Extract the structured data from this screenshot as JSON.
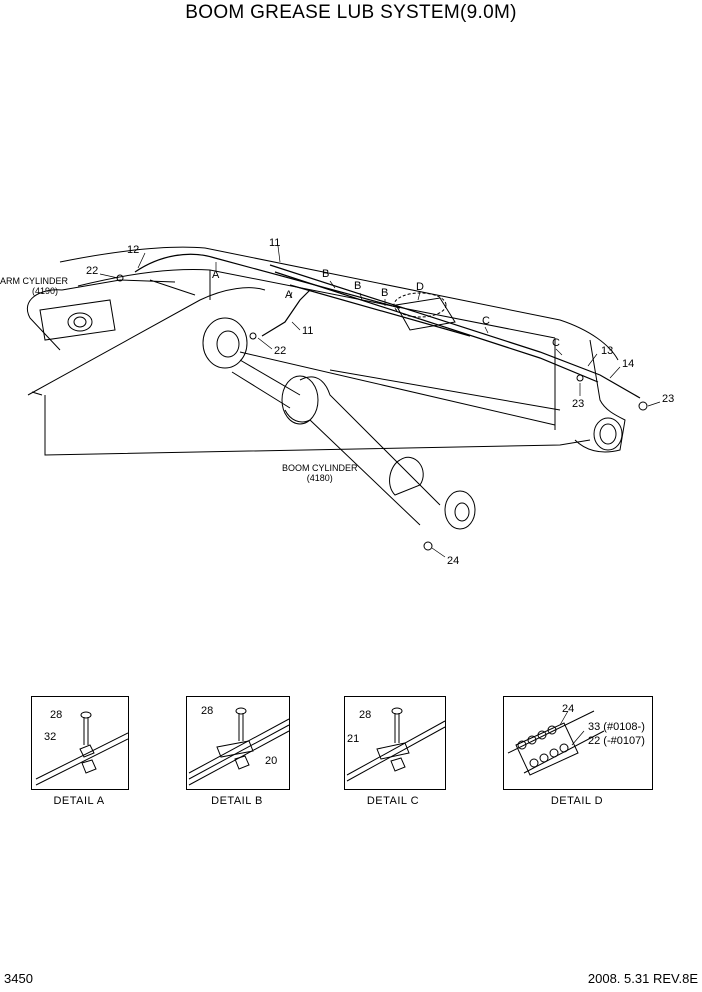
{
  "title": "BOOM GREASE LUB SYSTEM(9.0M)",
  "callouts": {
    "arm_cylinder": "ARM CYLINDER",
    "arm_cylinder_no": "(4190)",
    "boom_cylinder": "BOOM CYLINDER",
    "boom_cylinder_no": "(4180)",
    "p12": "12",
    "p11a": "11",
    "p11b": "11",
    "p22a": "22",
    "p22b": "22",
    "a1": "A",
    "a2": "A",
    "b1": "B",
    "b2": "B",
    "b3": "B",
    "d": "D",
    "c1": "C",
    "c2": "C",
    "p13": "13",
    "p14": "14",
    "p23a": "23",
    "p23b": "23",
    "p24": "24"
  },
  "details": [
    {
      "caption": "DETAIL  A",
      "parts": [
        "28",
        "32"
      ]
    },
    {
      "caption": "DETAIL  B",
      "parts": [
        "28",
        "20"
      ]
    },
    {
      "caption": "DETAIL  C",
      "parts": [
        "28",
        "21"
      ]
    },
    {
      "caption": "DETAIL  D",
      "parts": [
        "24",
        "33 (#0108-)",
        "22 (-#0107)"
      ]
    }
  ],
  "footer": {
    "page": "3450",
    "date_rev": "2008. 5.31  REV.8E"
  }
}
